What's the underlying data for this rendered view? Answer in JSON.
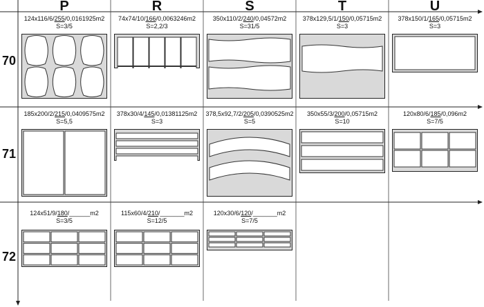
{
  "columns": [
    "P",
    "R",
    "S",
    "T",
    "U"
  ],
  "rows": [
    "70",
    "71",
    "72"
  ],
  "cells": [
    {
      "id": "70P",
      "line1_pre": "124x116/6/",
      "line1_ul": "255",
      "line1_post": "/0,0161925m2",
      "line2": "S=3/5",
      "pattern": "rounded-grid-3x2"
    },
    {
      "id": "70R",
      "line1_pre": "74x74/10/",
      "line1_ul": "166",
      "line1_post": "/0,0063246m2",
      "line2": "S=2,2/3",
      "pattern": "grid-5x2"
    },
    {
      "id": "70S",
      "line1_pre": "350x110/2/",
      "line1_ul": "240",
      "line1_post": "/0,04572m2",
      "line2": "S=31/5",
      "pattern": "wavy-2"
    },
    {
      "id": "70T",
      "line1_pre": "378x129,5/1/",
      "line1_ul": "150",
      "line1_post": "/0,05715m2",
      "line2": "S=3",
      "pattern": "wavy-1"
    },
    {
      "id": "70U",
      "line1_pre": "378x150/1/",
      "line1_ul": "165",
      "line1_post": "/0,05715m2",
      "line2": "S=3",
      "pattern": "single"
    },
    {
      "id": "71P",
      "line1_pre": "185x200/2/",
      "line1_ul": "215",
      "line1_post": "/0,0409575m2",
      "line2": "S=5,5",
      "pattern": "two-vertical"
    },
    {
      "id": "71R",
      "line1_pre": "378x30/4/",
      "line1_ul": "145",
      "line1_post": "/0,01381125m2",
      "line2": "S=3",
      "pattern": "strips-4"
    },
    {
      "id": "71S",
      "line1_pre": "378,5x92,7/2/",
      "line1_ul": "205",
      "line1_post": "/0,0390525m2",
      "line2": "S=5",
      "pattern": "arcs-2"
    },
    {
      "id": "71T",
      "line1_pre": "350x55/3/",
      "line1_ul": "200",
      "line1_post": "/0,05715m2",
      "line2": "S=10",
      "pattern": "strips-3"
    },
    {
      "id": "71U",
      "line1_pre": "120x80/6/",
      "line1_ul": "185",
      "line1_post": "/0,096m2",
      "line2": "S=7/5",
      "pattern": "grid-3x2"
    },
    {
      "id": "72P",
      "line1_pre": "124x51/9/",
      "line1_ul": "180",
      "line1_post": "/______m2",
      "line2": "S=3/5",
      "pattern": "grid-3x3"
    },
    {
      "id": "72R",
      "line1_pre": "115x60/4/",
      "line1_ul": "210",
      "line1_post": "/_______m2",
      "line2": "S=12/5",
      "pattern": "grid-3x3"
    },
    {
      "id": "72S",
      "line1_pre": "120x30/6/",
      "line1_ul": "120",
      "line1_post": "/_______m2",
      "line2": "S=7/5",
      "pattern": "grid-3x3-small"
    }
  ],
  "colors": {
    "line": "#222222",
    "panel_fill": "#d9d9d9",
    "piece_stroke": "#333333",
    "piece_fill": "#ffffff"
  }
}
